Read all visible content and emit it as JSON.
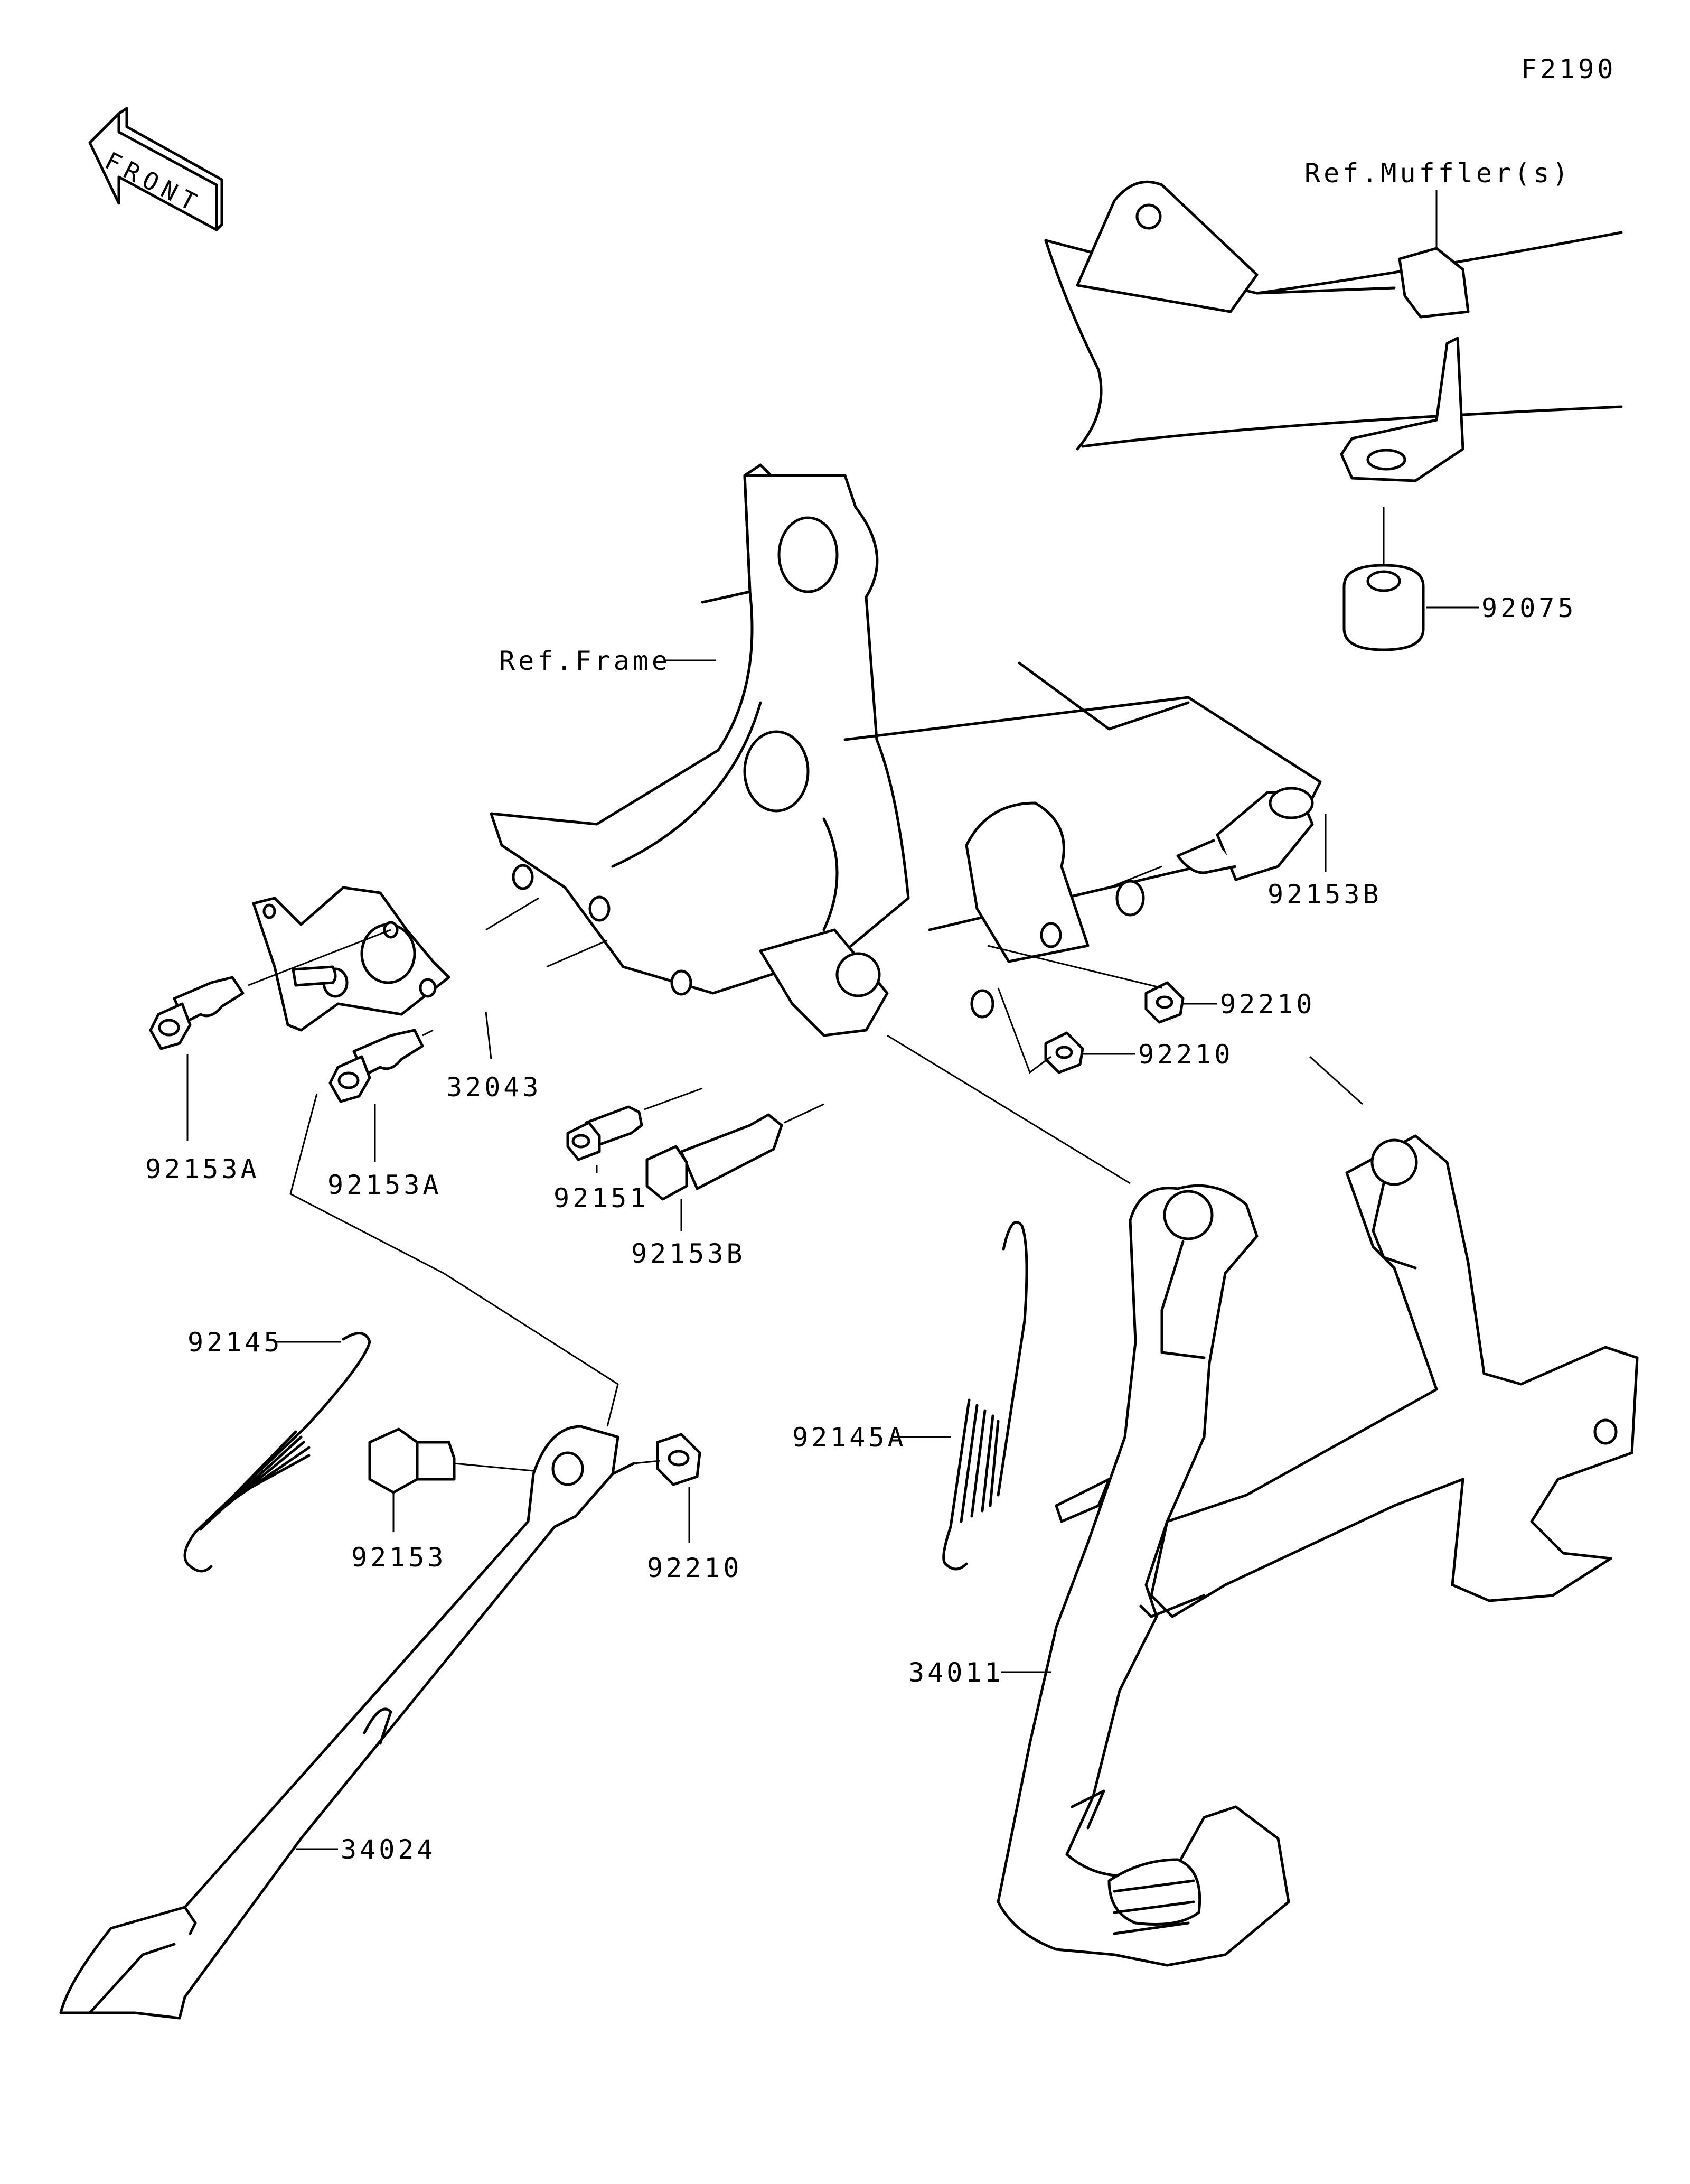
{
  "diagram_code": "F2190",
  "front_arrow": {
    "text": "FRONT",
    "icon": "front-arrow-icon"
  },
  "labels": {
    "ref_mufflers": "Ref.Muffler(s)",
    "ref_frame": "Ref.Frame",
    "p92075": "92075",
    "p92153B_top": "92153B",
    "p92210_a": "92210",
    "p92210_b": "92210",
    "p92153A_left": "92153A",
    "p92153A_mid": "92153A",
    "p32043": "32043",
    "p92151": "92151",
    "p92153B_bottom": "92153B",
    "p92145": "92145",
    "p92153": "92153",
    "p92210_c": "92210",
    "p92145A": "92145A",
    "p34011": "34011",
    "p34024": "34024"
  }
}
